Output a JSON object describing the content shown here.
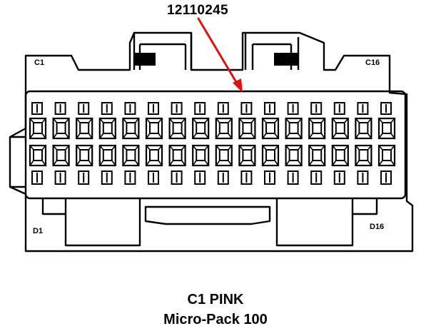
{
  "part_number": "12110245",
  "pin_labels": {
    "top_left": "C1",
    "top_right": "C16",
    "bottom_left": "D1",
    "bottom_right": "D16"
  },
  "caption": {
    "line1": "C1 PINK",
    "line2": "Micro-Pack 100"
  },
  "colors": {
    "arrow": "#e01010",
    "outline": "#000000"
  },
  "pins_per_row": 16
}
